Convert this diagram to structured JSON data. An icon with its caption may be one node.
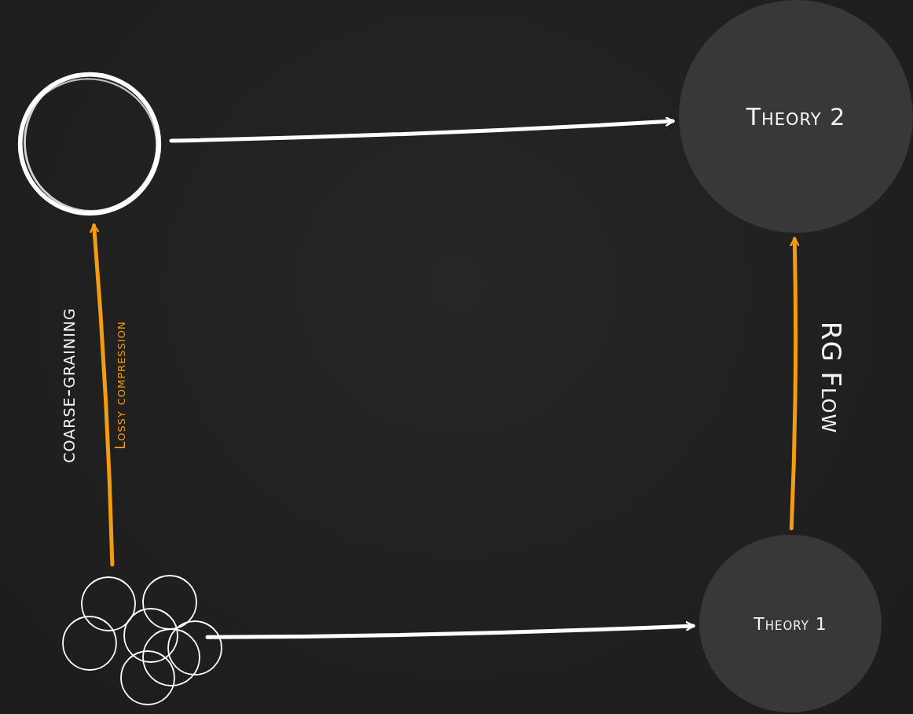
{
  "diagram": {
    "nodes": [
      {
        "text": [],
        "shape": "circle"
      },
      {
        "text": [
          "Theory 2"
        ]
      },
      {
        "text": [],
        "shape": "picture"
      },
      {
        "text": [
          "Theory 1"
        ]
      }
    ],
    "edges": [
      {
        "from": 0,
        "to": 1,
        "arrow": "to",
        "color": "#ffffff"
      },
      {
        "from": 2,
        "to": 3,
        "arrow": "to",
        "color": "#ffffff"
      },
      {
        "from": 2,
        "to": 0,
        "arrow": "to",
        "label": "coarse-graining",
        "color": "#f39c12"
      },
      {
        "from": 3,
        "to": 1,
        "arrow": "to",
        "label": "RG Flow",
        "color": "#f39c12"
      }
    ],
    "labels": [
      "Lossy compression"
    ]
  }
}
